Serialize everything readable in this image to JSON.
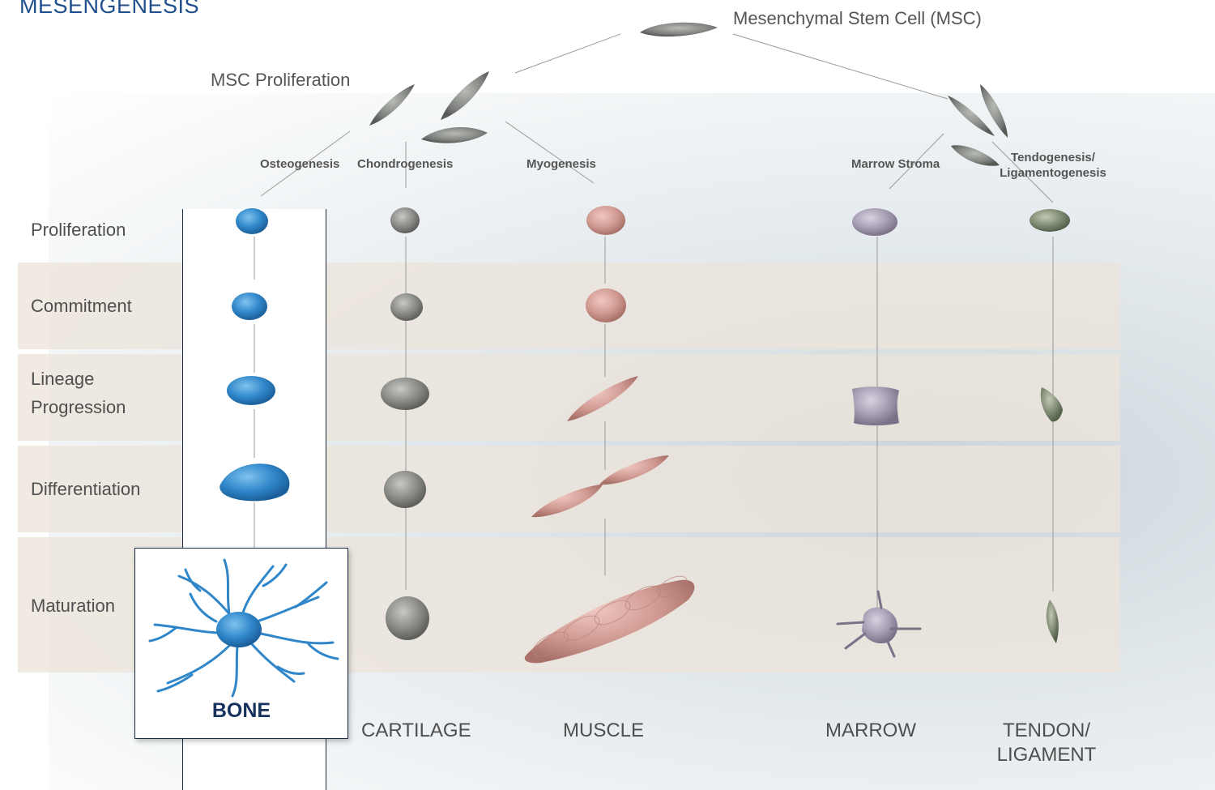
{
  "title": "MESENGENESIS",
  "stem_cell_label": "Mesenchymal Stem Cell (MSC)",
  "proliferation_label": "MSC Proliferation",
  "stages": [
    "Proliferation",
    "Commitment",
    "Lineage\nProgression",
    "Differentiation",
    "Maturation"
  ],
  "lineages": [
    "Osteogenesis",
    "Chondrogenesis",
    "Myogenesis",
    "Marrow Stroma",
    "Tendogenesis/\nLigamentogenesis"
  ],
  "tissues": [
    "BONE",
    "CARTILAGE",
    "MUSCLE",
    "MARROW",
    "TENDON/\nLIGAMENT"
  ],
  "colors": {
    "bone": "#2f86c9",
    "cartilage": "#8a8a86",
    "muscle": "#d09a92",
    "marrow": "#a59cb2",
    "tendon": "#7f8a74",
    "msc": "#7d807c",
    "title": "#1e4e8c"
  },
  "icons": [
    "stem-cell-icon",
    "bone-cell-icon",
    "cartilage-cell-icon",
    "muscle-cell-icon",
    "marrow-cell-icon",
    "tendon-cell-icon"
  ]
}
